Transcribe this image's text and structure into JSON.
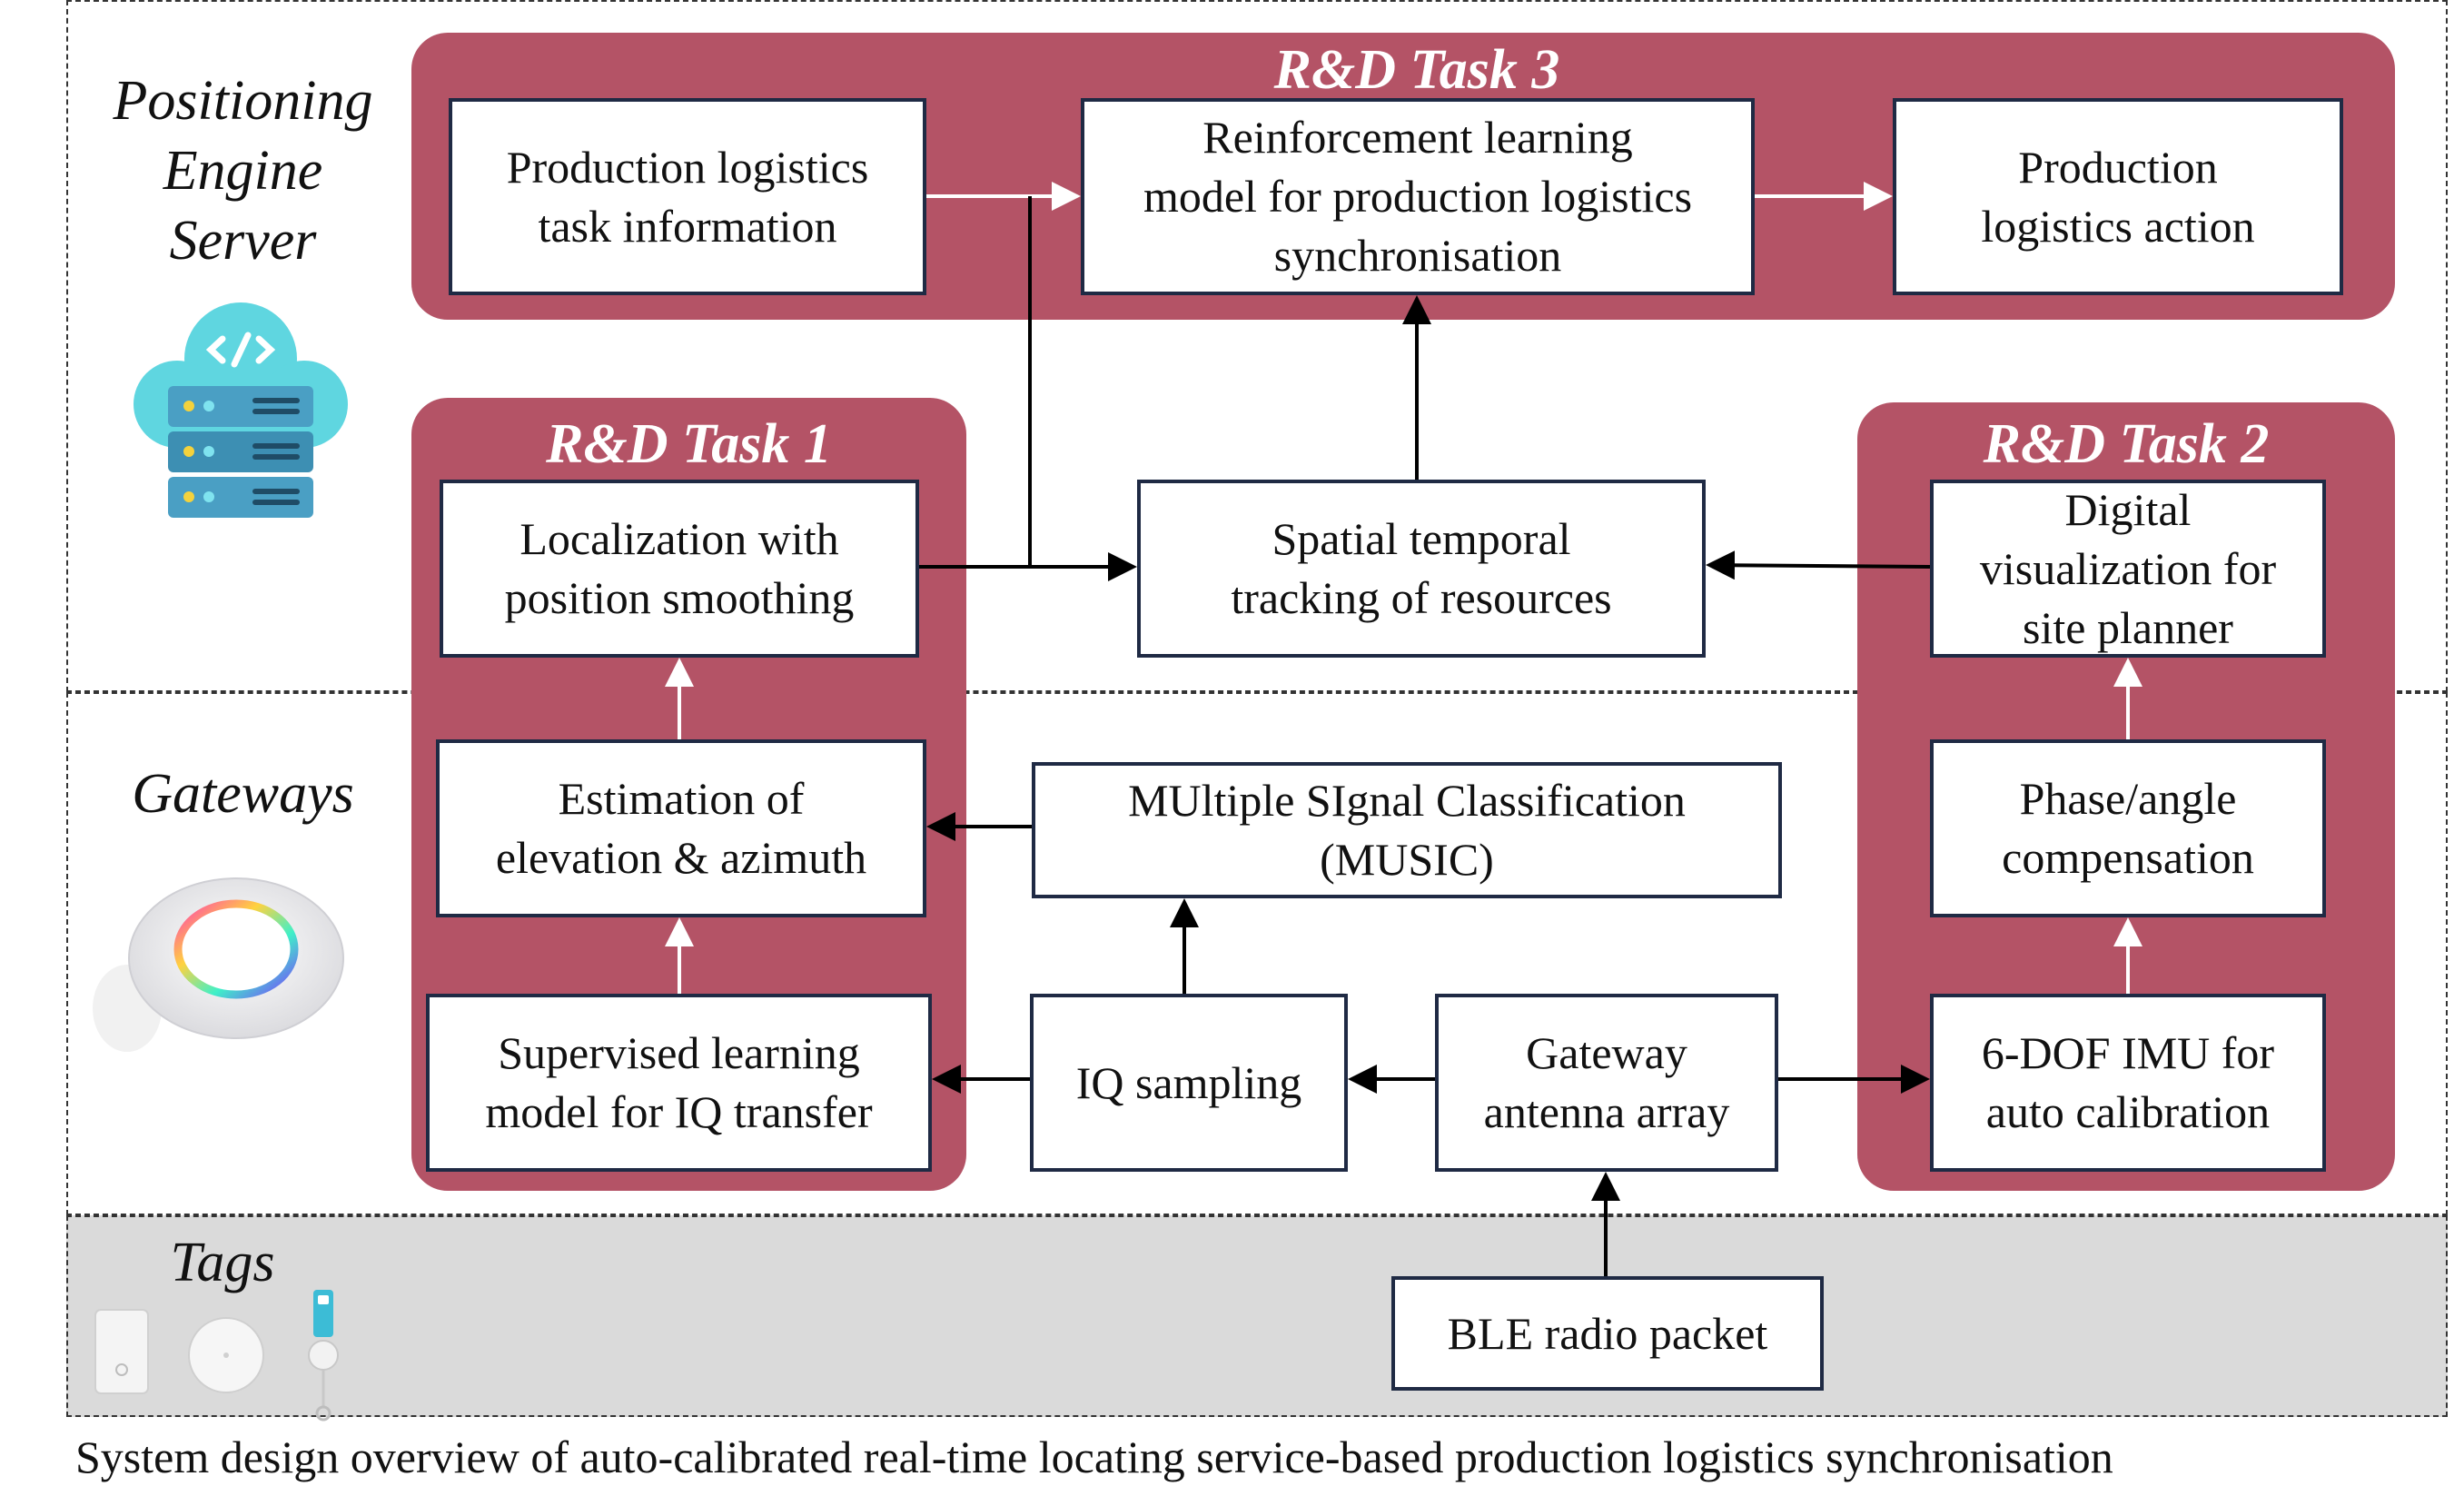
{
  "lanes": {
    "server_label": "Positioning\nEngine\nServer",
    "gateways_label": "Gateways",
    "tags_label": "Tags"
  },
  "groups": {
    "task3_title": "R&D Task 3",
    "task1_title": "R&D Task 1",
    "task2_title": "R&D Task 2"
  },
  "boxes": {
    "task_info": "Production logistics\ntask information",
    "rl_model": "Reinforcement learning\nmodel for production logistics\nsynchronisation",
    "logistics_action": "Production\nlogistics action",
    "localization": "Localization with\nposition smoothing",
    "spatial_tracking": "Spatial temporal\ntracking of resources",
    "digital_viz": "Digital\nvisualization for\nsite planner",
    "estimation": "Estimation of\nelevation & azimuth",
    "music": "MUltiple SIgnal Classification\n(MUSIC)",
    "phase_comp": "Phase/angle\ncompensation",
    "supervised": "Supervised learning\nmodel for IQ transfer",
    "iq_sampling": "IQ sampling",
    "antenna": "Gateway\nantenna array",
    "imu": "6-DOF IMU for\nauto calibration",
    "ble": "BLE radio packet"
  },
  "caption": "System design overview of auto-calibrated real-time locating service-based production logistics synchronisation",
  "colors": {
    "task_group": "#b45366",
    "box_border": "#1f2a44",
    "tags_background": "#dadada",
    "cloud": "#5fd6e0",
    "server": "#3d8fb3"
  },
  "icons": {
    "server": "cloud-server-icon",
    "gateway": "gateway-device-icon",
    "tags": [
      "card-tag-icon",
      "round-tag-icon",
      "lanyard-tag-icon"
    ]
  }
}
